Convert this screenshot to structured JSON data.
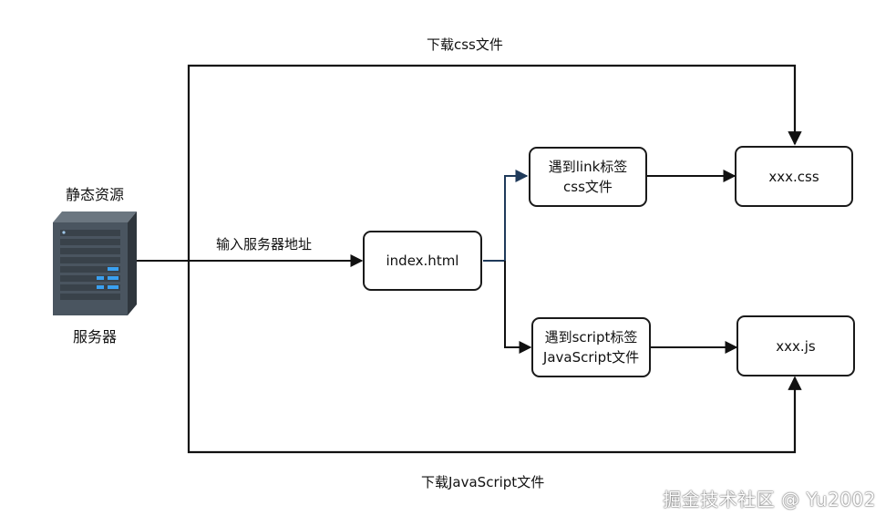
{
  "server": {
    "top_label": "静态资源",
    "bottom_label": "服务器"
  },
  "edges": {
    "request": "输入服务器地址",
    "download_css": "下载css文件",
    "download_js": "下载JavaScript文件"
  },
  "nodes": {
    "index": "index.html",
    "link_tag": [
      "遇到link标签",
      "css文件"
    ],
    "script_tag": [
      "遇到script标签",
      "JavaScript文件"
    ],
    "css_file": "xxx.css",
    "js_file": "xxx.js"
  },
  "watermark": "掘金技术社区 @ Yu2002",
  "colors": {
    "line": "#111111",
    "branch": "#1f3a5a",
    "server_body": "#4a5560",
    "server_led": "#3aa0f0"
  }
}
